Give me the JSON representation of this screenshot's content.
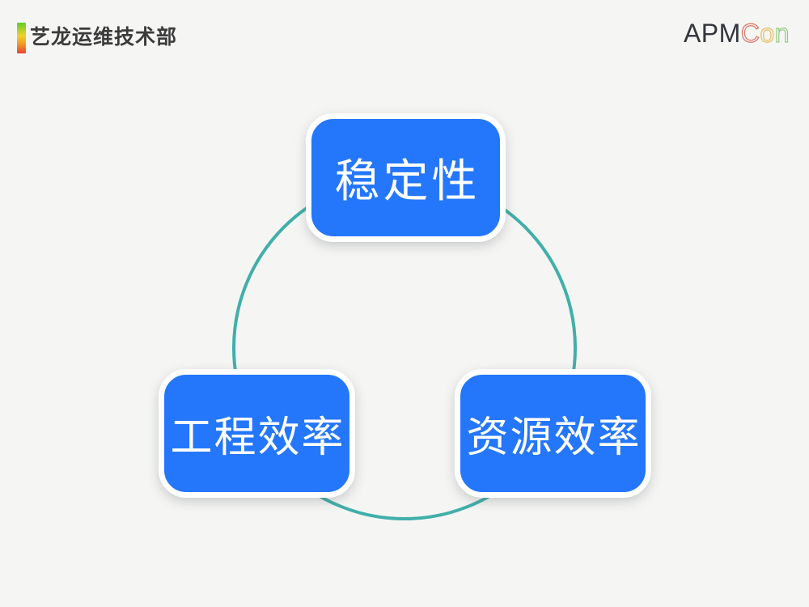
{
  "slide": {
    "background_color": "#F5F6F4"
  },
  "header": {
    "department": "艺龙运维技术部",
    "text_color": "#3B3B3B",
    "accent_bar_colors": [
      "#5FCB2D",
      "#EFD229",
      "#F09E28",
      "#E64430"
    ]
  },
  "brand": {
    "solid_text": "APM",
    "solid_color": "#33373C",
    "outline_letters": [
      {
        "char": "C",
        "color": "#DD7263"
      },
      {
        "char": "o",
        "color": "#E2BF66"
      },
      {
        "char": "n",
        "color": "#97C983"
      }
    ]
  },
  "diagram": {
    "type": "cycle",
    "ring_color": "#41AFAA",
    "node_fill_color": "#2477FA",
    "node_border_color": "#FFFFFF",
    "node_text_color": "#FFFFFF",
    "nodes": [
      {
        "position": "top",
        "label": "稳定性"
      },
      {
        "position": "bottom-left",
        "label": "工程效率"
      },
      {
        "position": "bottom-right",
        "label": "资源效率"
      }
    ]
  }
}
